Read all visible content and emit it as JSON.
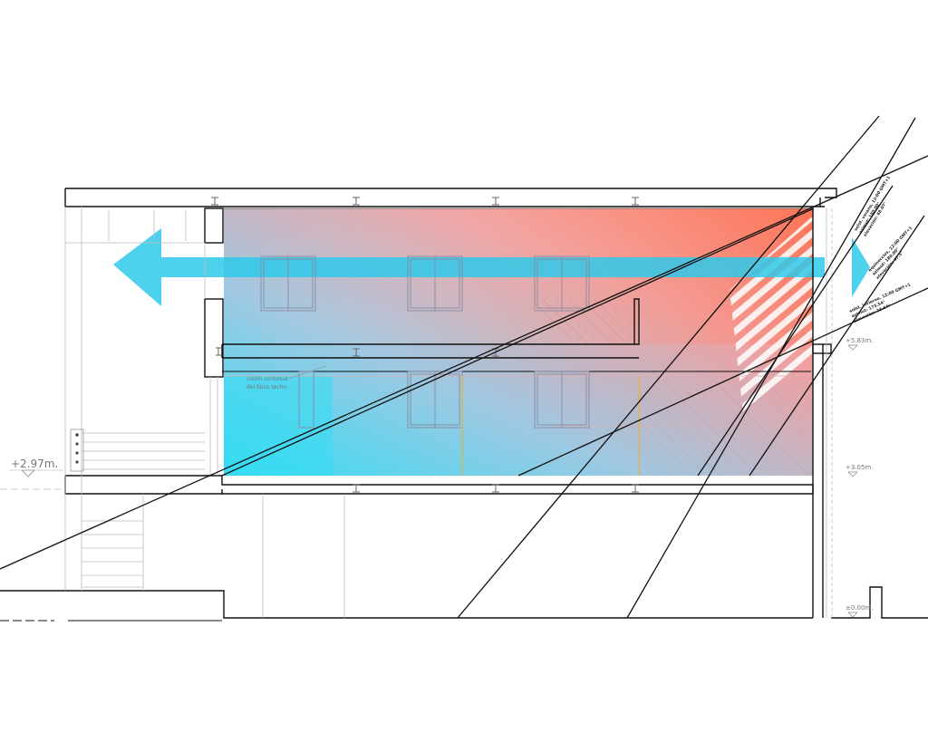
{
  "levels": {
    "left_level": "+2.97m.",
    "upper_level": "+5.83m.",
    "middle_level": "+3.05m.",
    "ground_level": "±0.00m."
  },
  "annotation": {
    "line1": "visión continua",
    "line2": "del falso techo"
  },
  "sun_angles": {
    "group1": {
      "line1": "solst. verano, 12:00 GMT+1",
      "line2": "azimut: 180.00°",
      "line3": "elevación: 68.07°"
    },
    "group2": {
      "line1": "equinoccios, 12:00 GMT+1",
      "line2": "azimut: 180.00°",
      "line3": "elevación: 47.5°"
    },
    "group3": {
      "line1": "solst. invierno, 12:00 GMT+1",
      "line2": "azimut: 173.54°",
      "line3": "elevación: 23.64°"
    }
  },
  "colors": {
    "warm_air": "#ff8a6a",
    "cool_air": "#3fd6f0",
    "airflow_arrow": "#33c8e8",
    "line": "#111111"
  }
}
